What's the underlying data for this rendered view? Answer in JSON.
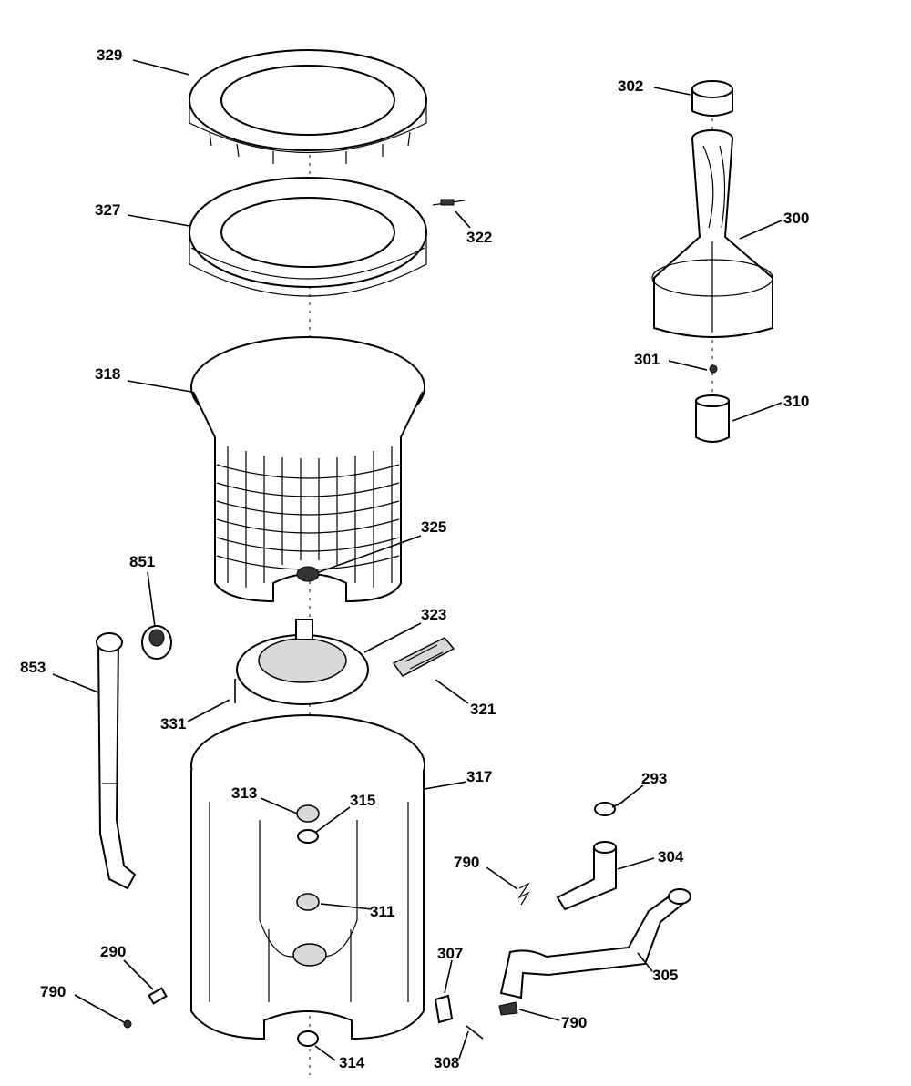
{
  "labels": {
    "p329": "329",
    "p327": "327",
    "p322": "322",
    "p318": "318",
    "p325": "325",
    "p851": "851",
    "p853": "853",
    "p323": "323",
    "p331": "331",
    "p321": "321",
    "p317": "317",
    "p313": "313",
    "p315": "315",
    "p311": "311",
    "p302": "302",
    "p300": "300",
    "p301": "301",
    "p310": "310",
    "p293": "293",
    "p304": "304",
    "p790a": "790",
    "p305": "305",
    "p307": "307",
    "p790b": "790",
    "p308": "308",
    "p314": "314",
    "p290": "290",
    "p790c": "790"
  }
}
